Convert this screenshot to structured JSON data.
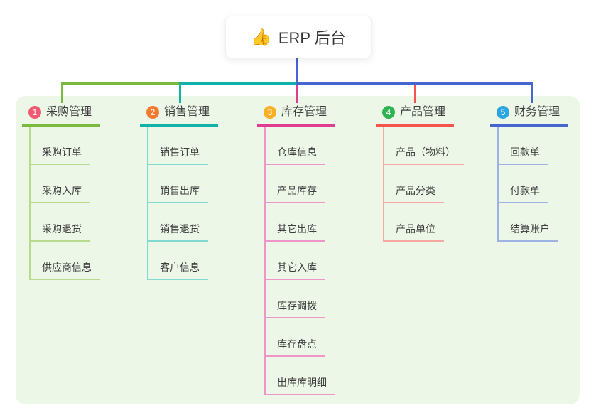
{
  "root": {
    "icon": "👍",
    "label": "ERP 后台"
  },
  "colors": {
    "root_line": "#4a62d3",
    "panel_bg": "#edf7e8",
    "text": "#3d3d3d"
  },
  "branches": [
    {
      "num": "1",
      "label": "采购管理",
      "badge_color": "#f25972",
      "line_color": "#7cb93f",
      "child_line_color": "#b7da8e",
      "children": [
        "采购订单",
        "采购入库",
        "采购退货",
        "供应商信息"
      ]
    },
    {
      "num": "2",
      "label": "销售管理",
      "badge_color": "#f5792f",
      "line_color": "#10b2aa",
      "child_line_color": "#84d8d2",
      "children": [
        "销售订单",
        "销售出库",
        "销售退货",
        "客户信息"
      ]
    },
    {
      "num": "3",
      "label": "库存管理",
      "badge_color": "#f9b024",
      "line_color": "#e03c92",
      "child_line_color": "#f096c6",
      "children": [
        "仓库信息",
        "产品库存",
        "其它出库",
        "其它入库",
        "库存调拨",
        "库存盘点",
        "出库库明细"
      ]
    },
    {
      "num": "4",
      "label": "产品管理",
      "badge_color": "#2fb453",
      "line_color": "#f4544c",
      "child_line_color": "#f9a7a2",
      "children": [
        "产品（物料）",
        "产品分类",
        "产品单位"
      ]
    },
    {
      "num": "5",
      "label": "财务管理",
      "badge_color": "#2ba6e0",
      "line_color": "#4565d0",
      "child_line_color": "#9fb2e6",
      "children": [
        "回款单",
        "付款单",
        "结算账户"
      ]
    }
  ]
}
